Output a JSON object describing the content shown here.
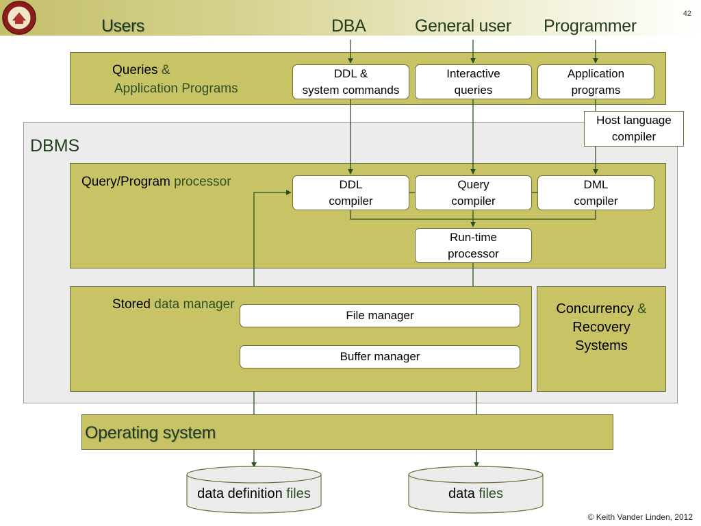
{
  "slide_number": "42",
  "users_title": "Users",
  "users": {
    "dba": "DBA",
    "general_user": "General user",
    "programmer": "Programmer"
  },
  "queries_band": {
    "label_line1": "Queries ",
    "label_amp": "&",
    "label_line2": "Application Programs",
    "boxes": {
      "ddl_system": "DDL &\nsystem commands",
      "interactive": "Interactive\nqueries",
      "application": "Application\nprograms"
    }
  },
  "host_compiler": "Host language\ncompiler",
  "dbms_label": "DBMS",
  "query_processor": {
    "label_a": "Query/Program ",
    "label_b": "processor",
    "ddl_compiler": "DDL\ncompiler",
    "query_compiler": "Query\ncompiler",
    "dml_compiler": "DML\ncompiler",
    "runtime": "Run-time\nprocessor"
  },
  "stored_data_manager": {
    "label_a": "Stored ",
    "label_b": "data manager",
    "file_manager": "File manager",
    "buffer_manager": "Buffer manager"
  },
  "concurrency": {
    "line1a": "Concurrency ",
    "line1b": "&",
    "line2": "Recovery",
    "line3": "Systems"
  },
  "operating_system": "Operating system",
  "storage": {
    "data_definition_a": "data ",
    "data_definition_b": "definition ",
    "data_definition_c": "files",
    "data_files_a": "data ",
    "data_files_b": "files"
  },
  "copyright": "© Keith Vander Linden, 2012",
  "colors": {
    "band": "#c8c466",
    "title_green": "#1f3b1b",
    "line": "#2b4e25"
  }
}
